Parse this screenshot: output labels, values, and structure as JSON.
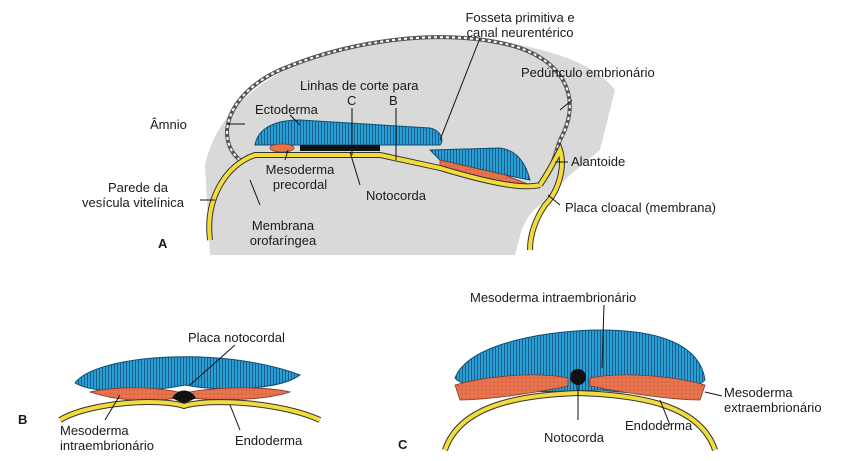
{
  "panels": {
    "a": "A",
    "b": "B",
    "c": "C"
  },
  "labels": {
    "fosseta_1": "Fosseta primitiva e",
    "fosseta_2": "canal neurentérico",
    "linhas_corte": "Linhas de corte para",
    "cut_c": "C",
    "cut_b": "B",
    "pedunculo": "Pedúnculo embrionário",
    "amnio": "Âmnio",
    "ectoderma": "Ectoderma",
    "mesoderma_precordal_1": "Mesoderma",
    "mesoderma_precordal_2": "precordal",
    "notocorda_a": "Notocorda",
    "alantoide": "Alantoide",
    "parede_1": "Parede da",
    "parede_2": "vesícula vitelínica",
    "placa_cloacal": "Placa cloacal (membrana)",
    "membrana_1": "Membrana",
    "membrana_2": "orofaríngea",
    "placa_notocordal": "Placa notocordal",
    "meso_intra_b_1": "Mesoderma",
    "meso_intra_b_2": "intraembrionário",
    "endoderma_b": "Endoderma",
    "meso_intra_c": "Mesoderma intraembrionário",
    "meso_extra_1": "Mesoderma",
    "meso_extra_2": "extraembrionário",
    "endoderma_c": "Endoderma",
    "notocorda_c": "Notocorda"
  },
  "colors": {
    "ectoderm": "#2a9fd6",
    "mesoderm": "#e8734f",
    "endoderm": "#f2dc3c",
    "notochord": "#111111",
    "shadow": "#d4d4d4"
  }
}
